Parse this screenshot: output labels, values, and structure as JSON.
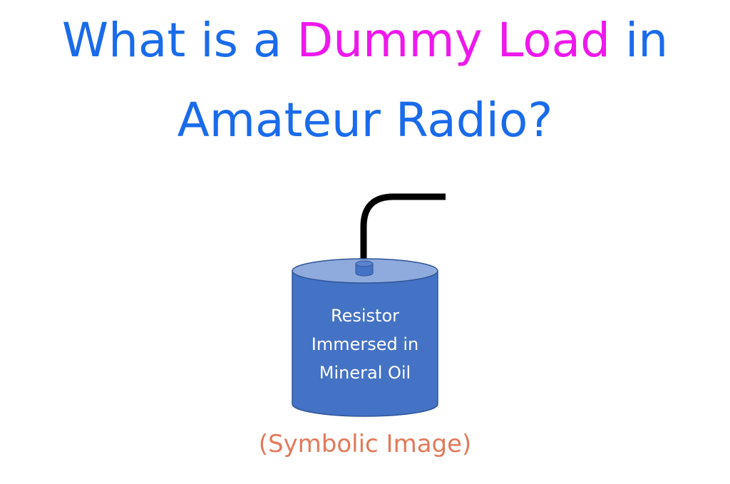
{
  "title": {
    "line1_prefix": "What is a ",
    "line1_highlight": "Dummy Load",
    "line1_suffix": " in",
    "line2": "Amateur Radio?"
  },
  "diagram": {
    "label_line1": "Resistor",
    "label_line2": "Immersed in",
    "label_line3": "Mineral Oil"
  },
  "caption": "(Symbolic Image)",
  "colors": {
    "title_blue": "#1a6bea",
    "title_magenta": "#ee18ec",
    "cylinder_body": "#4472c4",
    "cylinder_top": "#8faadc",
    "cylinder_edge": "#2f5597",
    "connector": "#4472c4",
    "cable": "#000000",
    "label_text": "#ffffff",
    "caption": "#e2795a"
  }
}
